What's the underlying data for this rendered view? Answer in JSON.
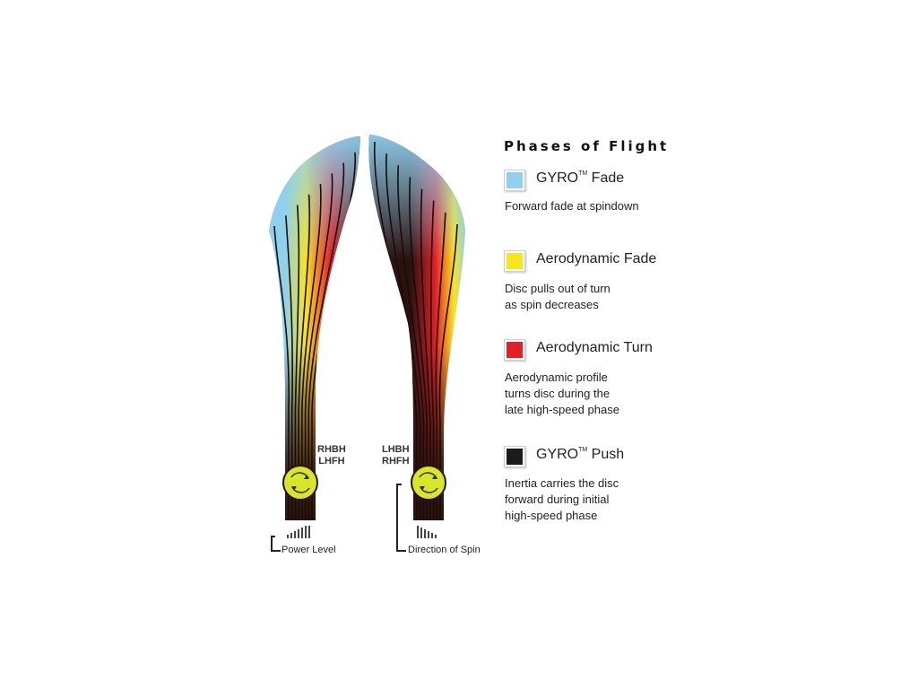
{
  "legend": {
    "title": "Phases of Flight",
    "items": [
      {
        "label": "GYRO",
        "mark": "TM",
        "suffix": " Fade",
        "color": "#8fd0ef",
        "lines": [
          "Forward fade at spindown"
        ]
      },
      {
        "label": "Aerodynamic Fade",
        "mark": "",
        "suffix": "",
        "color": "#f7e61e",
        "lines": [
          "Disc pulls out of turn",
          "as spin decreases"
        ]
      },
      {
        "label": "Aerodynamic Turn",
        "mark": "",
        "suffix": "",
        "color": "#e41f26",
        "lines": [
          "Aerodynamic profile",
          "turns disc during the",
          "late high-speed phase"
        ]
      },
      {
        "label": "GYRO",
        "mark": "TM",
        "suffix": " Push",
        "color": "#1b1b1b",
        "lines": [
          "Inertia carries the disc",
          "forward during initial",
          "high-speed phase"
        ]
      }
    ]
  },
  "left_path": {
    "hands": [
      "RHBH",
      "LHFH"
    ],
    "caption": "Power Level"
  },
  "right_path": {
    "hands": [
      "LHBH",
      "RHFH"
    ],
    "caption": "Direction of Spin"
  },
  "colors": {
    "gyro_fade": "#8fd0ef",
    "aero_fade": "#f7e61e",
    "aero_turn": "#e41f26",
    "gyro_push": "#2a1210",
    "disc": "#d8e62a"
  }
}
